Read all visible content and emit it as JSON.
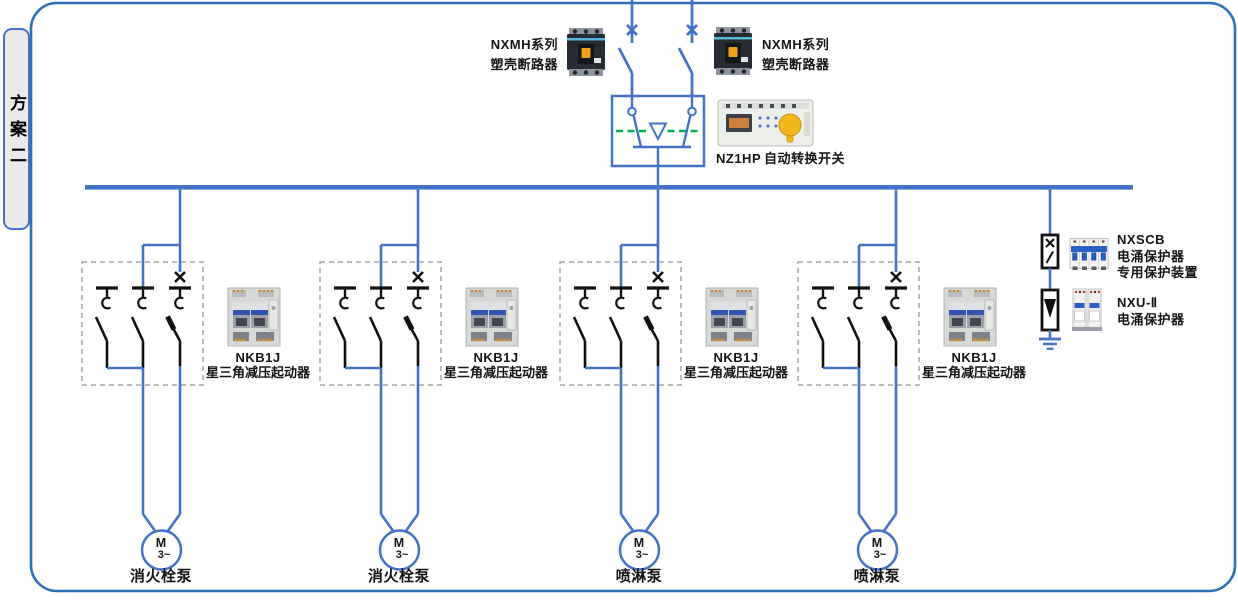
{
  "scheme_tab": {
    "label": "方案二"
  },
  "incoming": {
    "breaker_left": {
      "series": "NXMH系列",
      "type": "塑壳断路器"
    },
    "breaker_right": {
      "series": "NXMH系列",
      "type": "塑壳断路器"
    },
    "transfer_switch": {
      "model": "NZ1HP",
      "name": "自动转换开关"
    }
  },
  "branches": [
    {
      "starter_model": "NKB1J",
      "starter_name": "星三角减压起动器",
      "motor_letter": "M",
      "motor_phases": "3~",
      "pump": "消火栓泵"
    },
    {
      "starter_model": "NKB1J",
      "starter_name": "星三角减压起动器",
      "motor_letter": "M",
      "motor_phases": "3~",
      "pump": "消火栓泵"
    },
    {
      "starter_model": "NKB1J",
      "starter_name": "星三角减压起动器",
      "motor_letter": "M",
      "motor_phases": "3~",
      "pump": "喷淋泵"
    },
    {
      "starter_model": "NKB1J",
      "starter_name": "星三角减压起动器",
      "motor_letter": "M",
      "motor_phases": "3~",
      "pump": "喷淋泵"
    }
  ],
  "surge_protection": {
    "breaker": {
      "model": "NXSCB",
      "desc_line1": "电涌保护器",
      "desc_line2": "专用保护装置"
    },
    "arrester": {
      "model": "NXU-Ⅱ",
      "desc_line1": "电涌保护器"
    }
  },
  "colors": {
    "wire_blue": "#4472c4",
    "frame_blue": "#2d6fb8",
    "busbar_blue": "#4472c4",
    "neutral_green": "#00b050",
    "symbol_black": "#111111",
    "tab_fill": "#eaeaea"
  }
}
